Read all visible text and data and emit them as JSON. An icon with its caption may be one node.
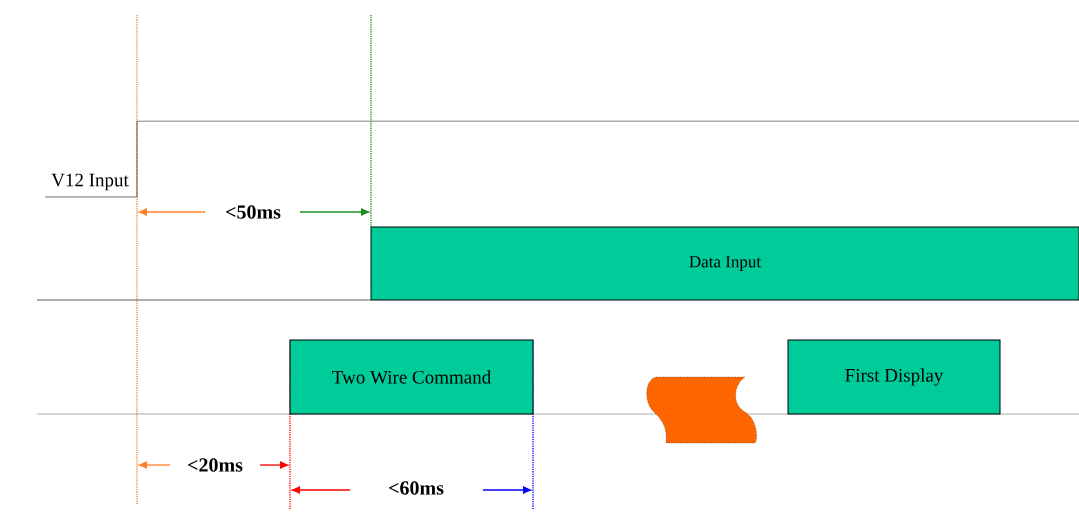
{
  "diagram": {
    "nodes": [
      {
        "text": [
          "Data Input"
        ]
      },
      {
        "text": [
          "Two Wire Command"
        ]
      },
      {
        "text": [
          "First Display"
        ]
      }
    ],
    "edges": [],
    "labels": [
      "V12 Input",
      "<50ms",
      "<20ms",
      "<60ms"
    ]
  }
}
